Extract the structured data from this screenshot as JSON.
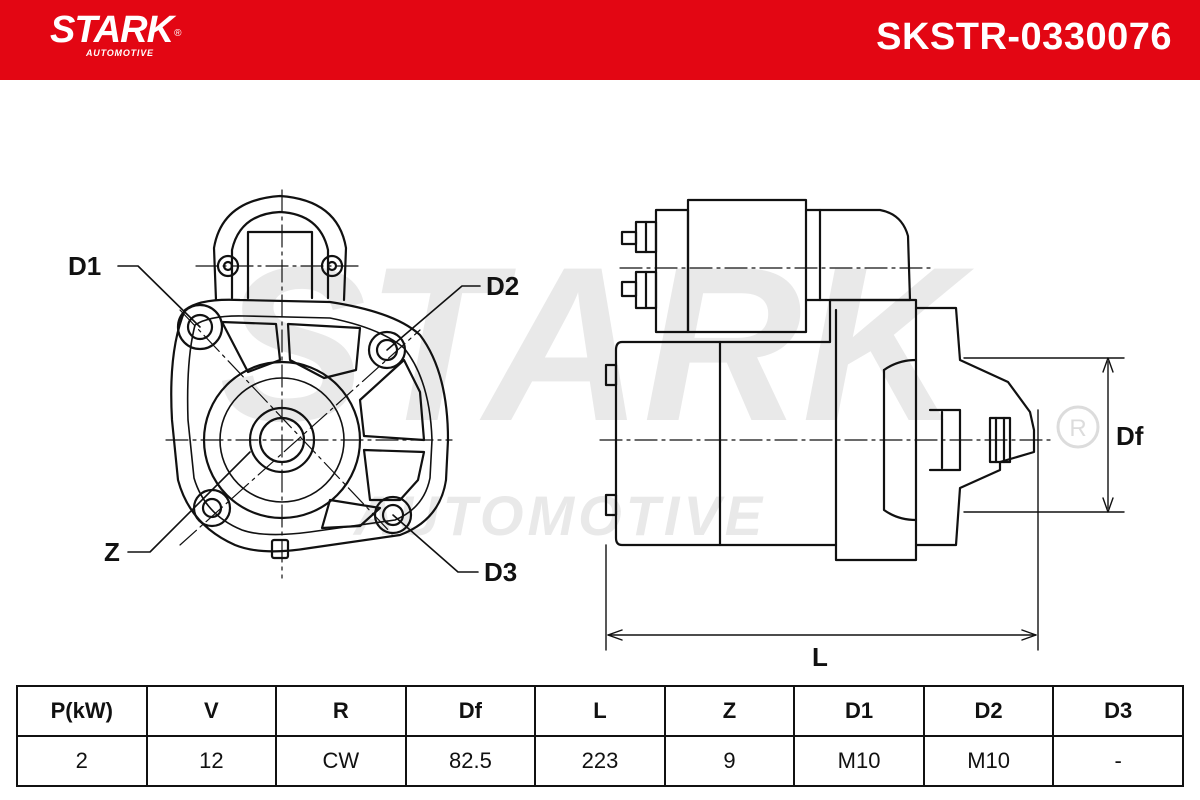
{
  "header": {
    "brand": "STARK",
    "brand_sub": "AUTOMOTIVE",
    "registered_mark": "®",
    "part_number": "SKSTR-0330076",
    "background_color": "#e30613",
    "text_color": "#ffffff"
  },
  "watermark": {
    "main": "STARK",
    "sub": "AUTOMOTIVE",
    "registered_mark": "®",
    "color": "#e6e6e6"
  },
  "drawing": {
    "callouts": {
      "d1": "D1",
      "d2": "D2",
      "d3": "D3",
      "z": "Z",
      "df": "Df",
      "l": "L"
    }
  },
  "specs": {
    "headers": [
      "P(kW)",
      "V",
      "R",
      "Df",
      "L",
      "Z",
      "D1",
      "D2",
      "D3"
    ],
    "values": [
      "2",
      "12",
      "CW",
      "82.5",
      "223",
      "9",
      "M10",
      "M10",
      "-"
    ]
  }
}
